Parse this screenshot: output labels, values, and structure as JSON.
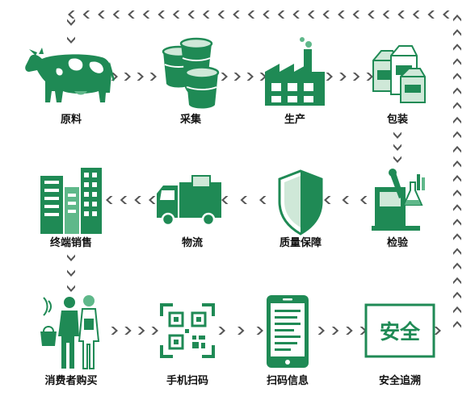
{
  "colors": {
    "green": "#1f8a55",
    "light_green": "#5fb88a",
    "pale_green": "#cfe8d8",
    "arrow": "#555555",
    "label": "#111111"
  },
  "nodes": {
    "raw_material": {
      "label": "原料",
      "icon": "cow-icon"
    },
    "collection": {
      "label": "采集",
      "icon": "milk-bucket-icon"
    },
    "production": {
      "label": "生产",
      "icon": "factory-icon"
    },
    "packaging": {
      "label": "包装",
      "icon": "milk-carton-icon"
    },
    "inspection": {
      "label": "检验",
      "icon": "lab-microscope-icon"
    },
    "quality_assurance": {
      "label": "质量保障",
      "icon": "shield-icon"
    },
    "logistics": {
      "label": "物流",
      "icon": "delivery-truck-icon"
    },
    "retail": {
      "label": "终端销售",
      "icon": "store-buildings-icon"
    },
    "consumer_purchase": {
      "label": "消费者购买",
      "icon": "shopper-icon"
    },
    "phone_scan": {
      "label": "手机扫码",
      "icon": "qr-code-icon"
    },
    "scan_info": {
      "label": "扫码信息",
      "icon": "phone-document-icon"
    },
    "safety_trace": {
      "label": "安全追溯",
      "icon": "safety-badge-icon",
      "badge_text": "安全"
    }
  }
}
